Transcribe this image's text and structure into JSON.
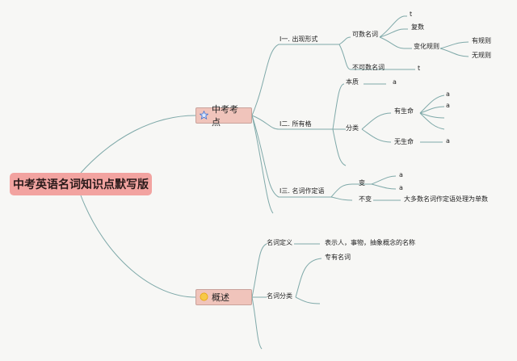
{
  "root": {
    "label": "中考英语名词知识点默写版"
  },
  "branches": {
    "kaodian": {
      "label": "中考考点",
      "icon": "star-icon",
      "nodes": {
        "chuxian": "I一. 出现形式",
        "keshu": "可数名词",
        "keshu_t": "t",
        "fushu": "复数",
        "bianhua": "变化规则",
        "you_guize": "有规则",
        "wu_guize": "无规则",
        "bukeshu": "不可数名词",
        "bukeshu_t": "t",
        "suoyouge": "I二. 所有格",
        "benzhi": "本质",
        "benzhi_a": "a",
        "fenlei": "分类",
        "youshengming": "有生命",
        "ysm_a1": "a",
        "ysm_a2": "a",
        "wushengming": "无生命",
        "wsm_a": "a",
        "dingyu": "I三. 名词作定语",
        "bian": "变",
        "bian_a1": "a",
        "bian_a2": "a",
        "bubian": "不变",
        "bubian_desc": "大多数名词作定语处理为单数"
      }
    },
    "gaishu": {
      "label": "概述",
      "icon": "sun-icon",
      "nodes": {
        "dingyi": "名词定义",
        "dingyi_desc": "表示人，事物，抽象概念的名称",
        "mc_fenlei": "名词分类",
        "zhuanyou": "专有名词"
      }
    }
  },
  "colors": {
    "connector": "#7fa9a9",
    "root": "#f2a3a0",
    "branch": "#f0c4bb"
  }
}
